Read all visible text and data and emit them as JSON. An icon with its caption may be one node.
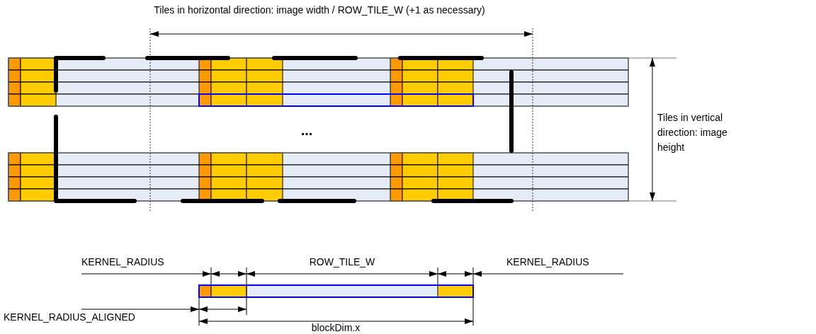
{
  "diagram": {
    "labels": [
      "Tiles in horizontal direction: image width / ROW_TILE_W (+1 as necessary)",
      "Tiles in vertical direction: image height",
      "...",
      "KERNEL_RADIUS",
      "ROW_TILE_W",
      "KERNEL_RADIUS",
      "KERNEL_RADIUS_ALIGNED",
      "blockDim.x"
    ]
  }
}
